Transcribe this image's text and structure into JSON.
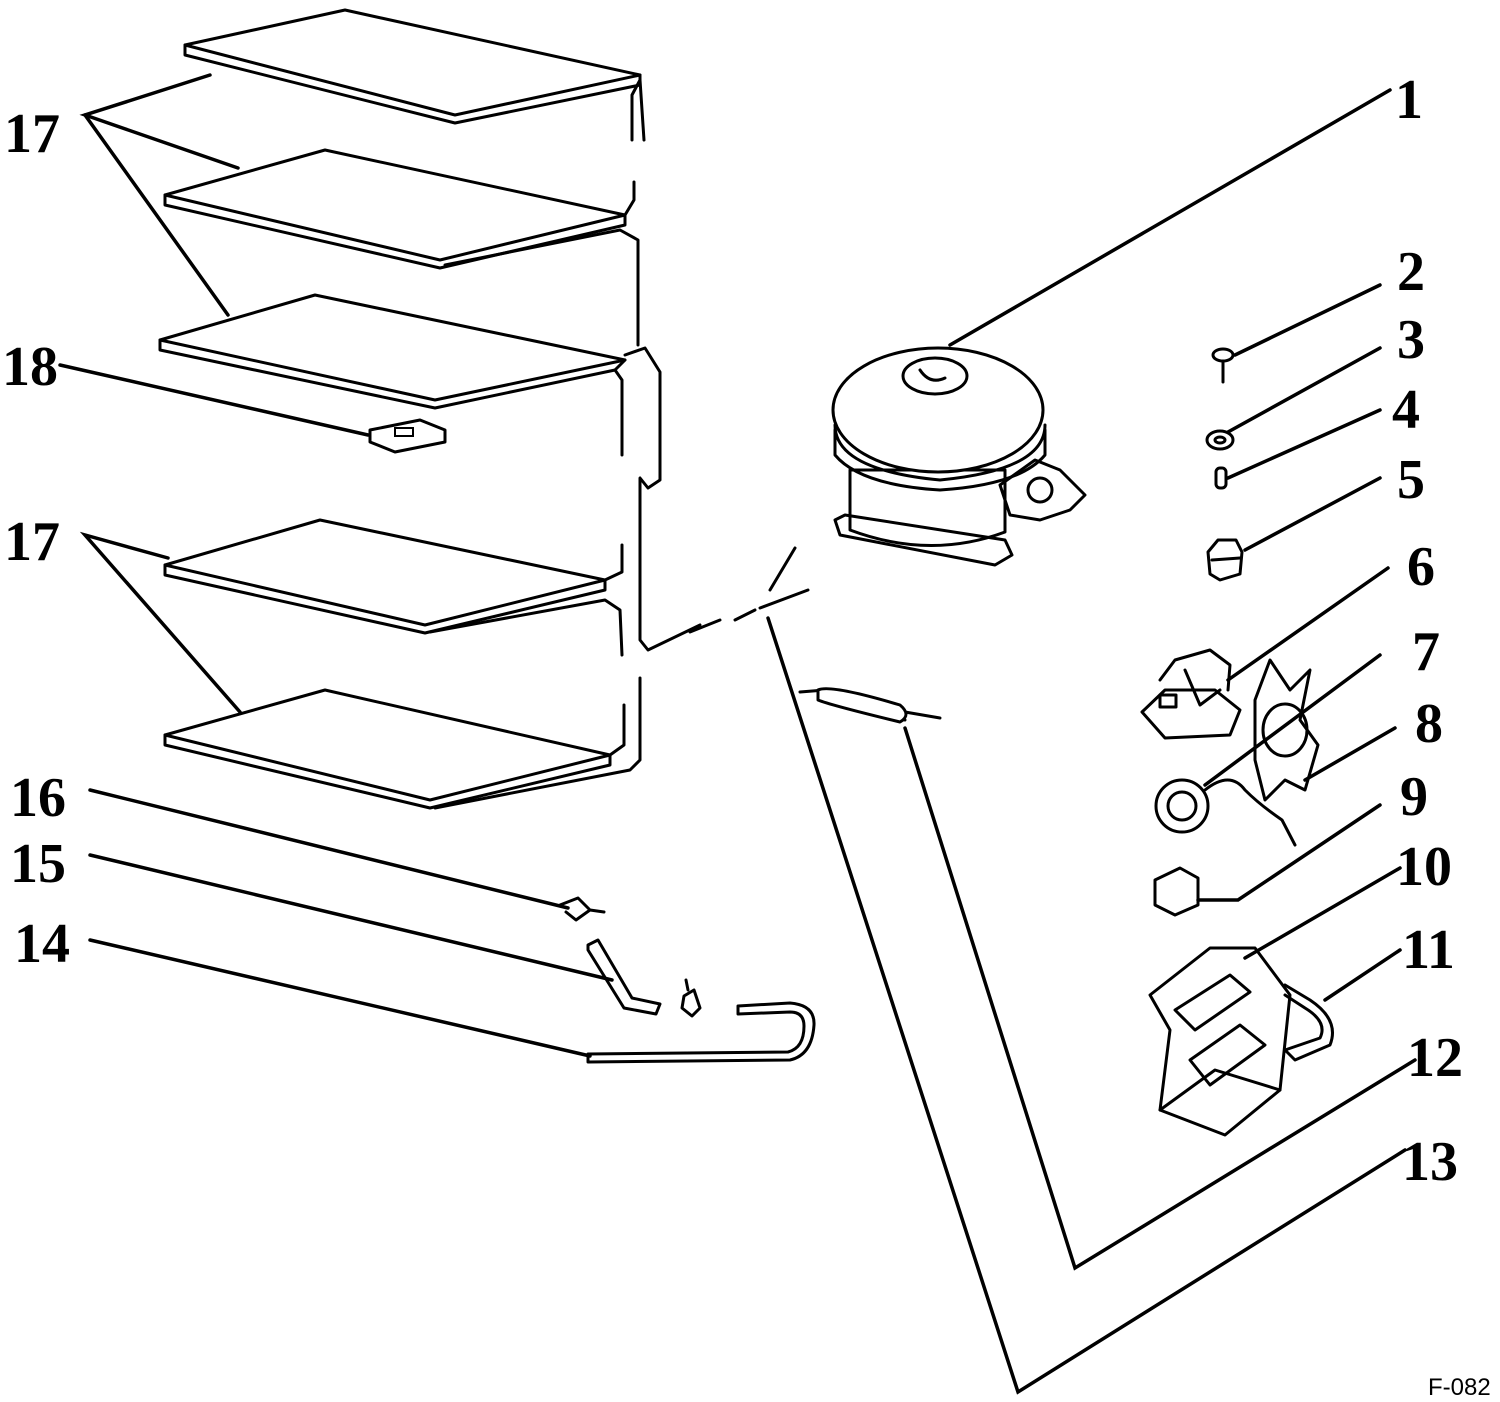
{
  "diagram": {
    "figure_code": "F-082",
    "callouts": {
      "n1": "1",
      "n2": "2",
      "n3": "3",
      "n4": "4",
      "n5": "5",
      "n6": "6",
      "n7": "7",
      "n8": "8",
      "n9": "9",
      "n10": "10",
      "n11": "11",
      "n12": "12",
      "n13": "13",
      "n14": "14",
      "n15": "15",
      "n16": "16",
      "n17a": "17",
      "n17b": "17",
      "n18": "18"
    },
    "parts": {
      "part1": "compressor-icon",
      "part2": "screw-icon",
      "part3": "washer-icon",
      "part4": "grommet-icon",
      "part5": "nut-icon",
      "part6": "relay-icon",
      "part7": "overload-protector-icon",
      "part8": "retaining-clip-icon",
      "part9": "connector-icon",
      "part10": "terminal-cover-icon",
      "part11": "cover-clip-icon",
      "part12": "capillary-tube-icon",
      "part13": "drier-icon",
      "part14": "discharge-tube-icon",
      "part15": "elbow-tube-icon",
      "part16": "tube-clip-icon",
      "part17": "evaporator-shelf-icon",
      "part18": "shelf-bracket-icon"
    }
  }
}
